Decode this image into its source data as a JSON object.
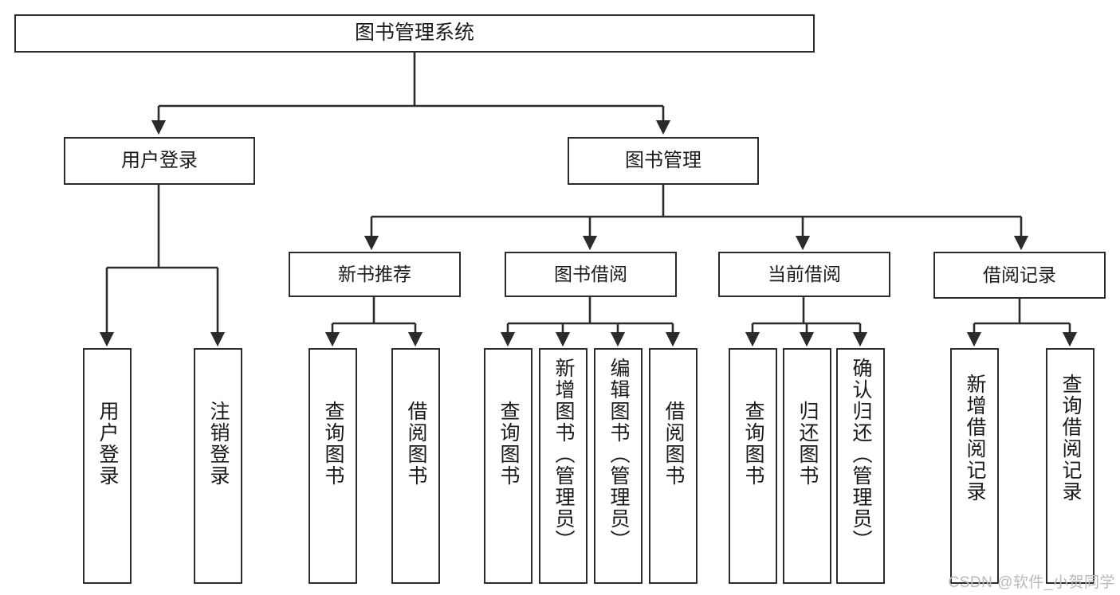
{
  "diagram": {
    "title": "图书管理系统",
    "type": "tree-hierarchy",
    "watermark": "CSDN @软件_小贺同学",
    "colors": {
      "background": "#ffffff",
      "border": "#2b2b2b",
      "text": "#1a1a1a",
      "connector": "#2b2b2b",
      "watermark": "#b9b9b9"
    },
    "root": {
      "label": "图书管理系统"
    },
    "level1": [
      {
        "label": "用户登录"
      },
      {
        "label": "图书管理"
      }
    ],
    "level2": [
      {
        "label": "新书推荐"
      },
      {
        "label": "图书借阅"
      },
      {
        "label": "当前借阅"
      },
      {
        "label": "借阅记录"
      }
    ],
    "leaves": {
      "user_login": [
        {
          "label": "用户登录"
        },
        {
          "label": "注销登录"
        }
      ],
      "new_book_recommend": [
        {
          "label": "查询图书"
        },
        {
          "label": "借阅图书"
        }
      ],
      "book_borrow": [
        {
          "label": "查询图书"
        },
        {
          "label": "新增图书（管理员）"
        },
        {
          "label": "编辑图书（管理员）"
        },
        {
          "label": "借阅图书"
        }
      ],
      "current_borrow": [
        {
          "label": "查询图书"
        },
        {
          "label": "归还图书"
        },
        {
          "label": "确认归还（管理员）"
        }
      ],
      "borrow_record": [
        {
          "label": "新增借阅记录"
        },
        {
          "label": "查询借阅记录"
        }
      ]
    }
  }
}
